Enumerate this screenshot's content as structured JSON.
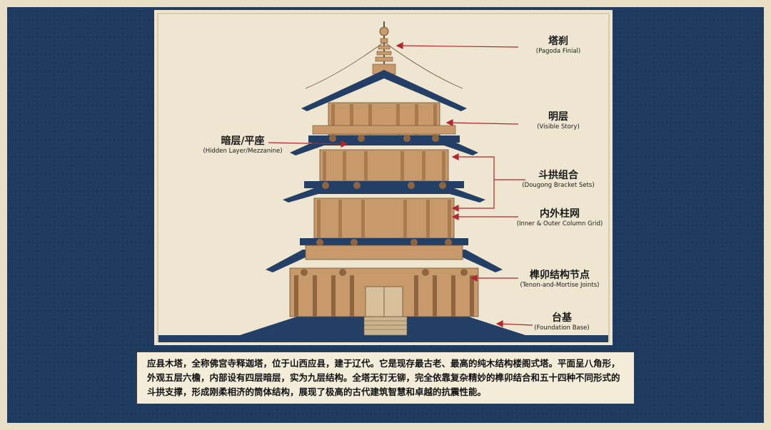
{
  "labels": {
    "finial": {
      "zh": "塔刹",
      "en": "(Pagoda Finial)"
    },
    "visible": {
      "zh": "明层",
      "en": "(Visible Story)"
    },
    "hidden": {
      "zh": "暗层/平座",
      "en": "(Hidden Layer/Mezzanine)"
    },
    "dougong": {
      "zh": "斗拱组合",
      "en": "(Dougong Bracket Sets)"
    },
    "columns": {
      "zh": "内外柱网",
      "en": "(Inner & Outer Column Grid)"
    },
    "tenon": {
      "zh": "榫卯结构节点",
      "en": "(Tenon-and-Mortise Joints)"
    },
    "base": {
      "zh": "台基",
      "en": "(Foundation Base)"
    }
  },
  "caption": "应县木塔，全称佛宫寺释迦塔，位于山西应县，建于辽代。它是现存最古老、最高的纯木结构楼阁式塔。平面呈八角形，外观五层六檐，内部设有四层暗层，实为九层结构。全塔无钉无铆，完全依靠复杂精妙的榫卯结合和五十四种不同形式的斗拱支撑，形成刚柔相济的筒体结构，展现了极高的古代建筑智慧和卓越的抗震性能。",
  "colors": {
    "frame": "#1e3a5f",
    "panel": "#efe6d1",
    "wood": "#c89a6b",
    "roof": "#233f66",
    "arrow": "#b3262e"
  }
}
